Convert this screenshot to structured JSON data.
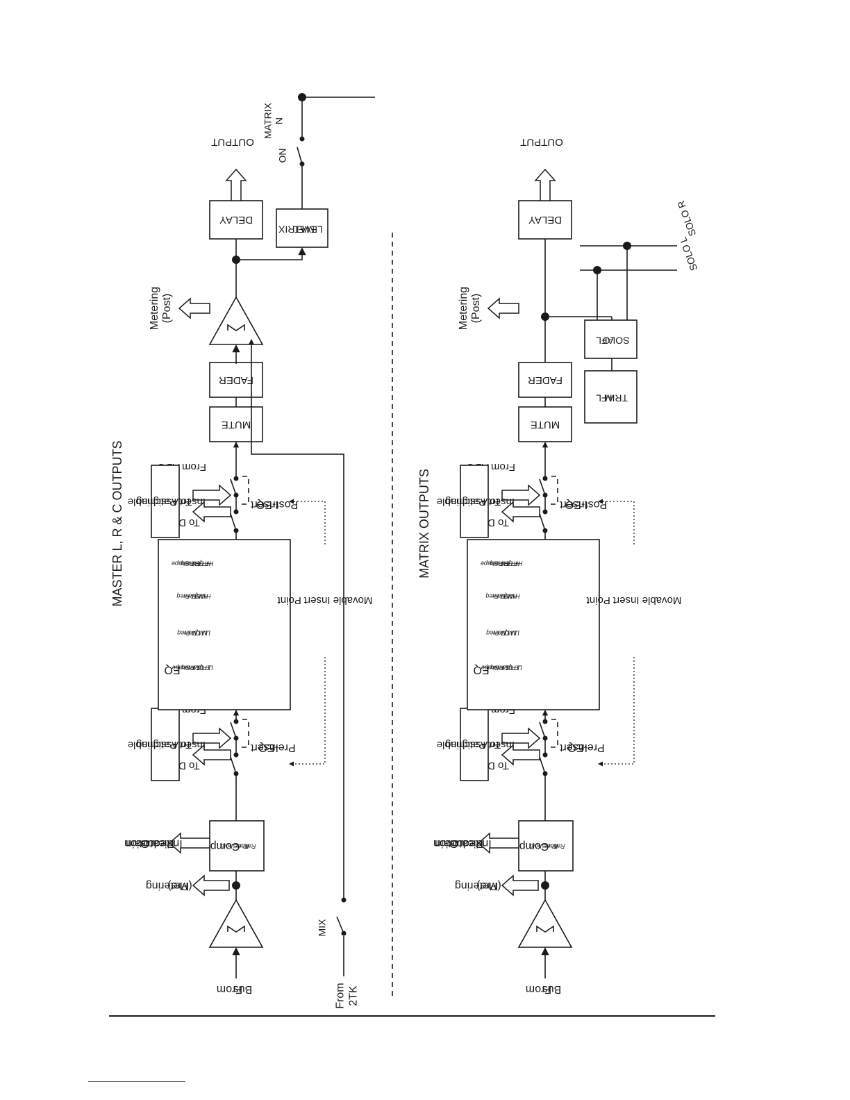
{
  "sections": {
    "master": {
      "title": "MASTER L, R & C OUTPUTS",
      "from_bus": [
        "From",
        "Bus"
      ],
      "from_2tk": [
        "From",
        "2TK"
      ],
      "mix_switch": "MIX",
      "metering_pre": [
        "Metering",
        "(Pre)"
      ],
      "gain_reduction": [
        "Gain",
        "Reduction",
        "Indicator"
      ],
      "comp": {
        "title": "Comp",
        "params": [
          "Threshold",
          "Knee",
          "Ratio"
        ]
      },
      "insert_patch_label": [
        "To Assignable",
        "Insert Patching"
      ],
      "to_dac": "To DAC",
      "from_adc": "From ADC",
      "insert_pre_eq": [
        "Insert",
        "Pre-EQ"
      ],
      "insert_post_eq": [
        "Insert",
        "Post-EQ"
      ],
      "movable_insert": "Movable Insert Point",
      "eq": {
        "title": "EQ",
        "groups": [
          [
            "LF Shape",
            "LF Freq",
            "LF Gain",
            "LF Q"
          ],
          [
            "LM Freq",
            "LM Gain",
            "LM Q"
          ],
          [
            "HM Freq",
            "HM Gain",
            "HM Q"
          ],
          [
            "HF Shape",
            "HF Freq",
            "HF Gain",
            "HF Q"
          ]
        ]
      },
      "mute": "MUTE",
      "fader": "FADER",
      "delay": "DELAY",
      "metering_post": [
        "Metering",
        "(Post)"
      ],
      "output": "OUTPUT",
      "matrix_level": [
        "MATRIX",
        "LEVEL"
      ],
      "on_switch": "ON",
      "matrix_n": [
        "MATRIX",
        "N"
      ]
    },
    "matrix": {
      "title": "MATRIX OUTPUTS",
      "from_bus": [
        "From",
        "Bus"
      ],
      "metering_pre": [
        "Metering",
        "(Pre)"
      ],
      "gain_reduction": [
        "Gain",
        "Reduction",
        "Indicator"
      ],
      "comp": {
        "title": "Comp",
        "params": [
          "Threshold",
          "Knee",
          "Ratio"
        ]
      },
      "insert_patch_label": [
        "To Assignable",
        "Insert Patching"
      ],
      "to_dac": "To DAC",
      "from_adc": "From ADC",
      "insert_pre_eq": [
        "Insert",
        "Pre-EQ"
      ],
      "insert_post_eq": [
        "Insert",
        "Post-EQ"
      ],
      "movable_insert": "Movable Insert Point",
      "eq": {
        "title": "EQ",
        "groups": [
          [
            "LF Shape",
            "LF Freq",
            "LF Gain",
            "LF Q"
          ],
          [
            "LM Freq",
            "LM Gain",
            "LM Q"
          ],
          [
            "HM Freq",
            "HM Gain",
            "HM Q"
          ],
          [
            "HF Shape",
            "HF Freq",
            "HF Gain",
            "HF Q"
          ]
        ]
      },
      "mute": "MUTE",
      "fader": "FADER",
      "delay": "DELAY",
      "metering_post": [
        "Metering",
        "(Post)"
      ],
      "output": "OUTPUT",
      "afl_trim": [
        "AFL",
        "TRIM"
      ],
      "afl_solo": [
        "AFL",
        "SOLO"
      ],
      "solo_l": "SOLO L",
      "solo_r": "SOLO R"
    }
  }
}
